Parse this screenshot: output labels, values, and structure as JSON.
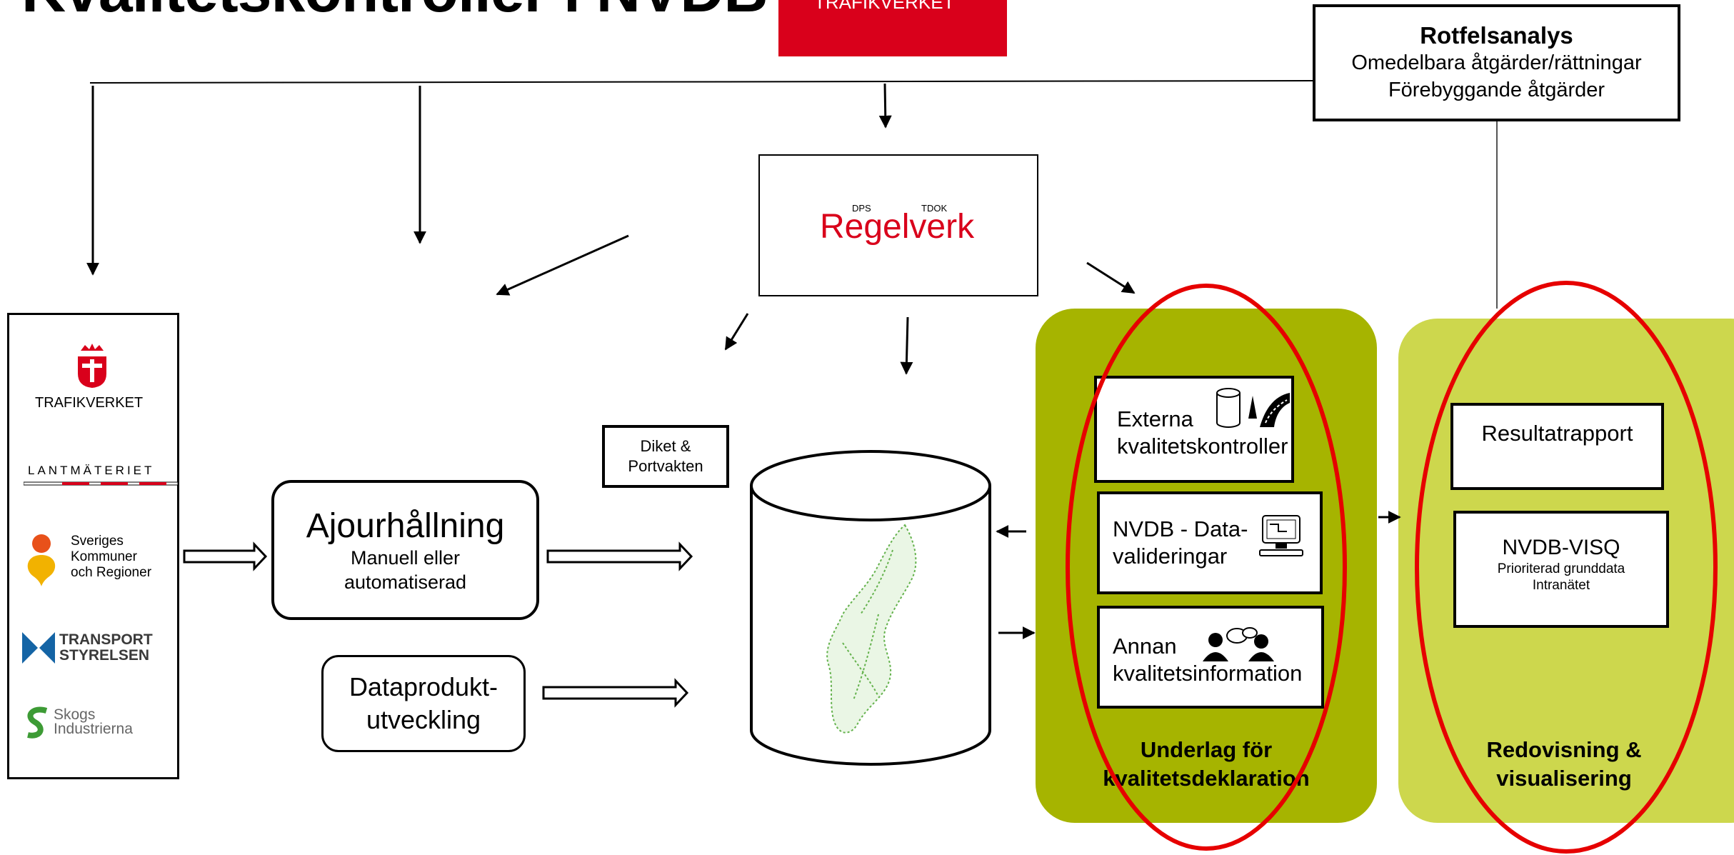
{
  "title": "Kvalitetskontroller i NVDB",
  "trafikverket_banner": "TRAFIKVERKET",
  "rotfelsanalys": {
    "heading": "Rotfelsanalys",
    "line1": "Omedelbara åtgärder/rättningar",
    "line2": "Förebyggande åtgärder"
  },
  "regelverk": {
    "label": "Regelverk",
    "doc1": "DPS",
    "doc2": "TDOK"
  },
  "organizations": {
    "trafikverket": "TRAFIKVERKET",
    "lantmateriet": "LANTMÄTERIET",
    "skr_line1": "Sveriges",
    "skr_line2": "Kommuner",
    "skr_line3": "och Regioner",
    "ts_line1": "TRANSPORT",
    "ts_line2": "STYRELSEN",
    "skogs_line1": "Skogs",
    "skogs_line2": "Industrierna"
  },
  "ajourhallning": {
    "title": "Ajourhållning",
    "line1": "Manuell eller",
    "line2": "automatiserad"
  },
  "dataproduktutveckling": {
    "line1": "Dataprodukt-",
    "line2": "utveckling"
  },
  "diket": {
    "line1": "Diket &",
    "line2": "Portvakten"
  },
  "underlag": {
    "externa_line1": "Externa",
    "externa_line2": "kvalitetskontroller",
    "nvdb_line1": "NVDB - Data-",
    "nvdb_line2": "valideringar",
    "annan_line1": "Annan",
    "annan_line2": "kvalitetsinformation",
    "label_line1": "Underlag för",
    "label_line2": "kvalitetsdeklaration"
  },
  "redovisning": {
    "resultatrapport": "Resultatrapport",
    "visq_title": "NVDB-VISQ",
    "visq_line1": "Prioriterad grunddata",
    "visq_line2": "Intranätet",
    "label_line1": "Redovisning &",
    "label_line2": "visualisering"
  },
  "colors": {
    "trafikverket_red": "#d9001b",
    "panel_dark_green": "#a6b400",
    "panel_light_green": "#cdd74d",
    "highlight_ellipse": "#e60000",
    "map_green": "#4aa52e"
  }
}
